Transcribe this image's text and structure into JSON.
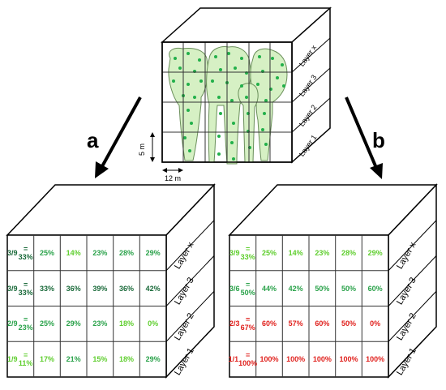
{
  "arrows": {
    "left_label": "a",
    "right_label": "b"
  },
  "dimensions": {
    "height": "5 m",
    "width": "12 m"
  },
  "layers": [
    "Layer x",
    "Layer 3",
    "Layer 2",
    "Layer 1"
  ],
  "top_cube": {
    "layers": [
      "Layer x",
      "Layer 3",
      "Layer 2",
      "Layer 1"
    ]
  },
  "cube_a": {
    "rows": [
      {
        "first_top": "3/9",
        "first_bottom": "= 33%",
        "first_color": "dark",
        "cells": [
          "25%",
          "14%",
          "23%",
          "28%",
          "29%"
        ],
        "colors": [
          "mid",
          "light",
          "mid",
          "mid",
          "mid"
        ]
      },
      {
        "first_top": "3/9",
        "first_bottom": "= 33%",
        "first_color": "dark",
        "cells": [
          "33%",
          "36%",
          "39%",
          "36%",
          "42%"
        ],
        "colors": [
          "dark",
          "dark",
          "dark",
          "dark",
          "dark"
        ]
      },
      {
        "first_top": "2/9",
        "first_bottom": "= 23%",
        "first_color": "mid",
        "cells": [
          "25%",
          "29%",
          "23%",
          "18%",
          "0%"
        ],
        "colors": [
          "mid",
          "mid",
          "mid",
          "light",
          "light"
        ]
      },
      {
        "first_top": "1/9",
        "first_bottom": "= 11%",
        "first_color": "light",
        "cells": [
          "17%",
          "21%",
          "15%",
          "18%",
          "29%"
        ],
        "colors": [
          "light",
          "mid",
          "light",
          "light",
          "mid"
        ]
      }
    ]
  },
  "cube_b": {
    "rows": [
      {
        "first_top": "3/9",
        "first_bottom": "= 33%",
        "first_color": "light",
        "cells": [
          "25%",
          "14%",
          "23%",
          "28%",
          "29%"
        ],
        "colors": [
          "light",
          "light",
          "light",
          "light",
          "light"
        ]
      },
      {
        "first_top": "3/6",
        "first_bottom": "= 50%",
        "first_color": "mid",
        "cells": [
          "44%",
          "42%",
          "50%",
          "50%",
          "60%"
        ],
        "colors": [
          "mid",
          "mid",
          "mid",
          "mid",
          "mid"
        ]
      },
      {
        "first_top": "2/3",
        "first_bottom": "= 67%",
        "first_color": "red",
        "cells": [
          "60%",
          "57%",
          "60%",
          "50%",
          "0%"
        ],
        "colors": [
          "red",
          "red",
          "red",
          "red",
          "red"
        ]
      },
      {
        "first_top": "1/1",
        "first_bottom": "= 100%",
        "first_color": "red",
        "cells": [
          "100%",
          "100%",
          "100%",
          "100%",
          "100%"
        ],
        "colors": [
          "red",
          "red",
          "red",
          "red",
          "red"
        ]
      }
    ]
  },
  "colors": {
    "tree_fill": "#d6f0c4",
    "tree_stroke": "#6a8f5a",
    "dot": "#22b04a",
    "light": "#5fce2e",
    "mid": "#2aa24a",
    "dark": "#1a6a3a",
    "red": "#e0201c"
  }
}
